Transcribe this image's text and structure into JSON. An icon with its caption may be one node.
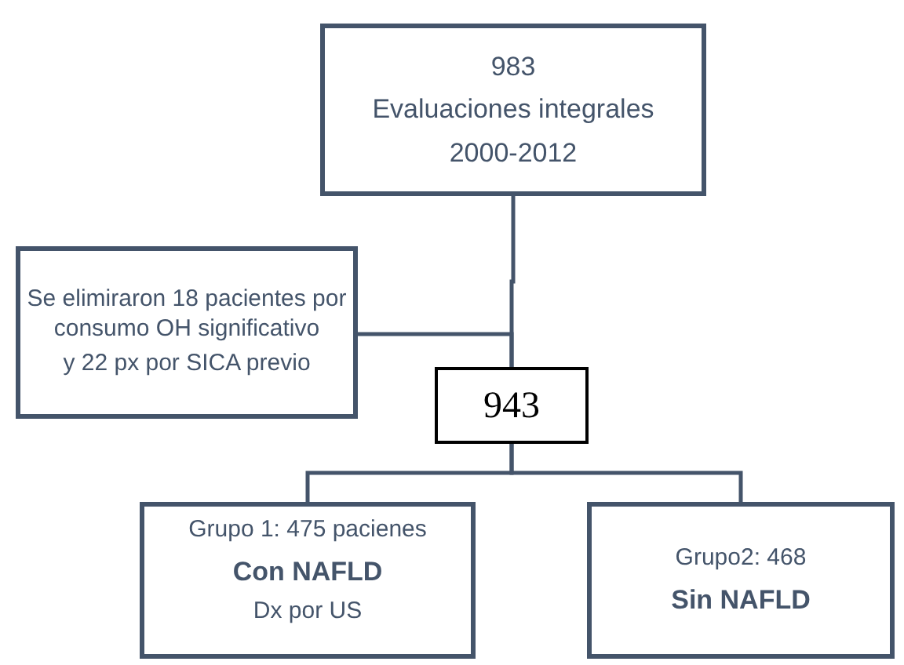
{
  "diagram": {
    "nodes": [
      {
        "text": [
          "983",
          "Evaluaciones integrales",
          "2000-2012"
        ]
      },
      {
        "text": [
          "Se elimiraron 18 pacientes por consumo OH significativo",
          "y 22 px por SICA previo"
        ]
      },
      {
        "text": [
          "943"
        ]
      },
      {
        "text": [
          "Grupo 1: 475 pacienes",
          "Con NAFLD",
          "Dx por US"
        ]
      },
      {
        "text": [
          "Grupo2: 468",
          "Sin NAFLD"
        ]
      }
    ],
    "edges": [
      {
        "from": 0,
        "to": 2,
        "arrow": "none"
      },
      {
        "from": 1,
        "to": 2,
        "arrow": "none"
      },
      {
        "from": 2,
        "to": 3,
        "arrow": "none"
      },
      {
        "from": 2,
        "to": 4,
        "arrow": "none"
      }
    ]
  }
}
